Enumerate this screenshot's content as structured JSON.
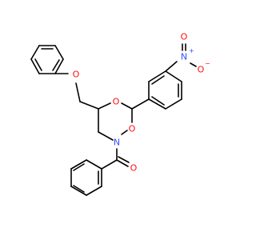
{
  "molecule": {
    "colors": {
      "bond": "#000000",
      "oxygen": "#ff0d0d",
      "nitrogen": "#3050f8",
      "background": "#ffffff"
    },
    "atoms": {
      "ether_o": "O",
      "ring_o1": "O",
      "ring_o2": "O",
      "ring_n": "N",
      "carbonyl_o": "O",
      "nitro_n": "N",
      "nitro_n_charge": "+",
      "nitro_o_single": "O",
      "nitro_o_single_charge": "−",
      "nitro_o_double": "O"
    }
  }
}
